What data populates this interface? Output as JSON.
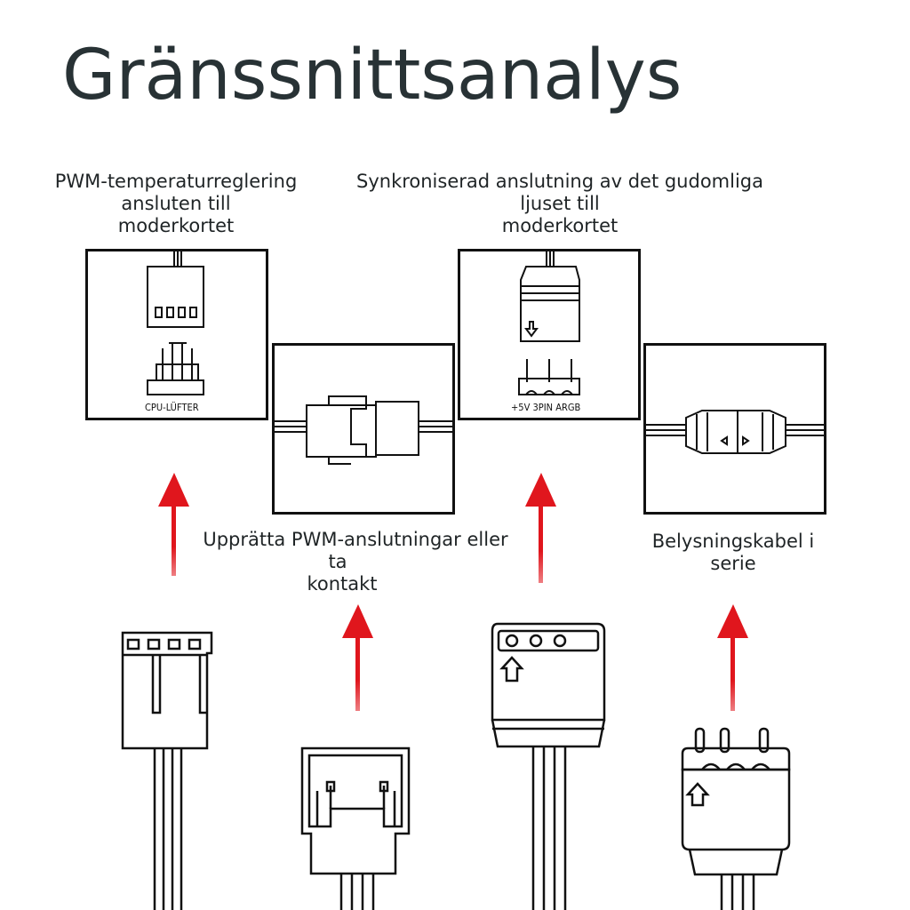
{
  "title": "Gränssnittsanalys",
  "captions": {
    "pwm_top": [
      "PWM-temperaturreglering",
      "ansluten till",
      "moderkortet"
    ],
    "sync_top": [
      "Synkroniserad anslutning av det gudomliga",
      "ljuset till",
      "moderkortet"
    ],
    "pwm_mid": [
      "Upprätta PWM-anslutningar eller",
      "ta",
      "kontakt"
    ],
    "light_mid": [
      "Belysningskabel i",
      "serie"
    ]
  },
  "box_labels": {
    "cpu_fan": "CPU-LÜFTER",
    "argb": "+5V 3PIN ARGB"
  },
  "colors": {
    "arrow": "#e0161d",
    "line": "#111111"
  }
}
